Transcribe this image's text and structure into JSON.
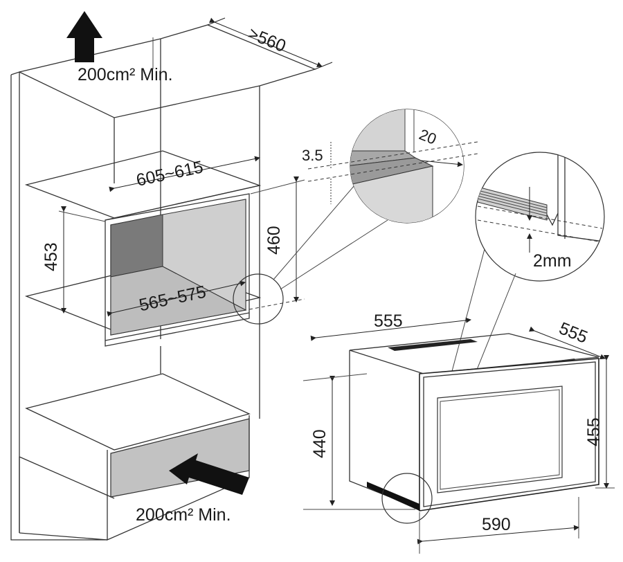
{
  "labels": {
    "vent_top": "200cm² Min.",
    "vent_bottom": "200cm² Min.",
    "depth_min": ">560",
    "niche_width": "605~615",
    "niche_height_left": "453",
    "niche_height_right": "460",
    "inner_width": "565~575",
    "gap_35": "3.5",
    "gap_20": "20",
    "clearance": "2mm",
    "unit_top_width": "555",
    "unit_depth": "555",
    "unit_height_left": "440",
    "unit_height_right": "455",
    "unit_front_width": "590"
  },
  "colors": {
    "line": "#333333",
    "cavity_dark": "#7a7a7a",
    "cavity_light": "#c9c9c9",
    "detail_fill": "#d6d6d6",
    "arrow": "#111111"
  },
  "icons": [
    "airflow-up-arrow",
    "airflow-in-arrow"
  ]
}
